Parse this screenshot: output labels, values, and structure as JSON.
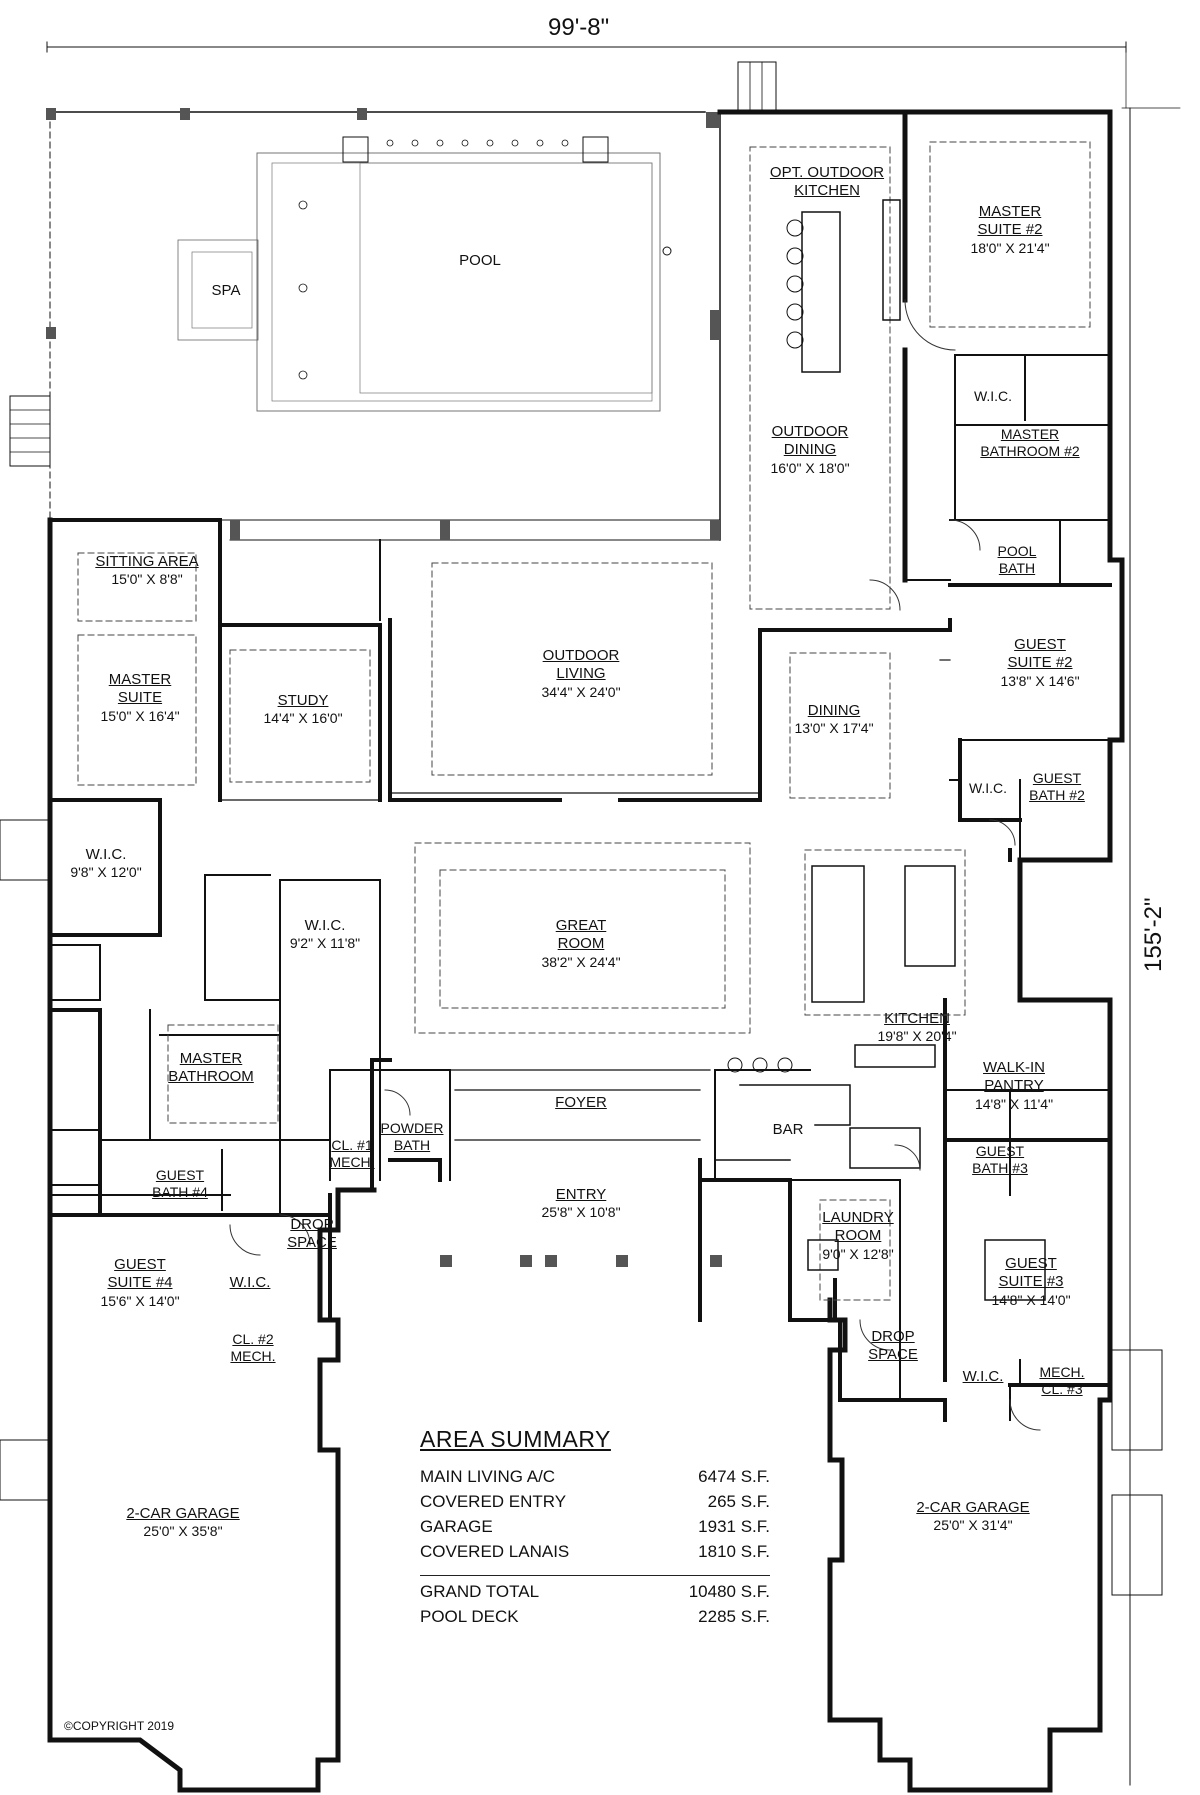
{
  "dimensions": {
    "width": "99'-8\"",
    "depth": "155'-2\""
  },
  "rooms": {
    "pool": {
      "name": "POOL"
    },
    "spa": {
      "name": "SPA"
    },
    "opt_outdoor_kitchen": {
      "name": "OPT. OUTDOOR KITCHEN"
    },
    "master_suite_2": {
      "name": "MASTER SUITE #2",
      "dims": "18'0\" X 21'4\""
    },
    "outdoor_dining": {
      "name": "OUTDOOR DINING",
      "dims": "16'0\" X 18'0\""
    },
    "wic_ms2": {
      "name": "W.I.C."
    },
    "master_bathroom_2": {
      "name": "MASTER BATHROOM #2"
    },
    "pool_bath": {
      "name": "POOL BATH"
    },
    "sitting_area": {
      "name": "SITTING AREA",
      "dims": "15'0\" X 8'8\""
    },
    "outdoor_living": {
      "name": "OUTDOOR LIVING",
      "dims": "34'4\" X 24'0\""
    },
    "guest_suite_2": {
      "name": "GUEST SUITE #2",
      "dims": "13'8\" X 14'6\""
    },
    "master_suite": {
      "name": "MASTER SUITE",
      "dims": "15'0\" X 16'4\""
    },
    "study": {
      "name": "STUDY",
      "dims": "14'4\" X 16'0\""
    },
    "dining": {
      "name": "DINING",
      "dims": "13'0\" X 17'4\""
    },
    "wic_gs2": {
      "name": "W.I.C."
    },
    "guest_bath_2": {
      "name": "GUEST BATH #2"
    },
    "wic_master": {
      "name": "W.I.C.",
      "dims": "9'8\" X 12'0\""
    },
    "wic_2": {
      "name": "W.I.C.",
      "dims": "9'2\" X 11'8\""
    },
    "great_room": {
      "name": "GREAT ROOM",
      "dims": "38'2\" X 24'4\""
    },
    "kitchen": {
      "name": "KITCHEN",
      "dims": "19'8\" X 20'4\""
    },
    "master_bathroom": {
      "name": "MASTER BATHROOM"
    },
    "walk_in_pantry": {
      "name": "WALK-IN PANTRY",
      "dims": "14'8\" X 11'4\""
    },
    "foyer": {
      "name": "FOYER"
    },
    "powder_bath": {
      "name": "POWDER BATH"
    },
    "cl1_mech": {
      "name": "CL. #1 MECH."
    },
    "bar": {
      "name": "BAR"
    },
    "guest_bath_4": {
      "name": "GUEST BATH #4"
    },
    "guest_bath_3": {
      "name": "GUEST BATH #3"
    },
    "entry": {
      "name": "ENTRY",
      "dims": "25'8\" X 10'8\""
    },
    "drop_space_1": {
      "name": "DROP SPACE"
    },
    "laundry": {
      "name": "LAUNDRY ROOM",
      "dims": "9'0\" X 12'8\""
    },
    "guest_suite_4": {
      "name": "GUEST SUITE #4",
      "dims": "15'6\" X 14'0\""
    },
    "wic_gs4": {
      "name": "W.I.C."
    },
    "guest_suite_3": {
      "name": "GUEST SUITE #3",
      "dims": "14'8\" X 14'0\""
    },
    "cl2_mech": {
      "name": "CL. #2 MECH."
    },
    "drop_space_2": {
      "name": "DROP SPACE"
    },
    "wic_gs3": {
      "name": "W.I.C."
    },
    "mech_cl3": {
      "name": "MECH. CL. #3"
    },
    "garage_left": {
      "name": "2-CAR GARAGE",
      "dims": "25'0\" X 35'8\""
    },
    "garage_right": {
      "name": "2-CAR GARAGE",
      "dims": "25'0\" X 31'4\""
    }
  },
  "area_summary": {
    "title": "AREA SUMMARY",
    "rows": [
      {
        "label": "MAIN LIVING A/C",
        "value": "6474 S.F."
      },
      {
        "label": "COVERED ENTRY",
        "value": "265 S.F."
      },
      {
        "label": "GARAGE",
        "value": "1931 S.F."
      },
      {
        "label": "COVERED LANAIS",
        "value": "1810 S.F."
      }
    ],
    "totals": [
      {
        "label": "GRAND TOTAL",
        "value": "10480 S.F."
      },
      {
        "label": "POOL DECK",
        "value": "2285 S.F."
      }
    ]
  },
  "copyright": "©COPYRIGHT 2019"
}
